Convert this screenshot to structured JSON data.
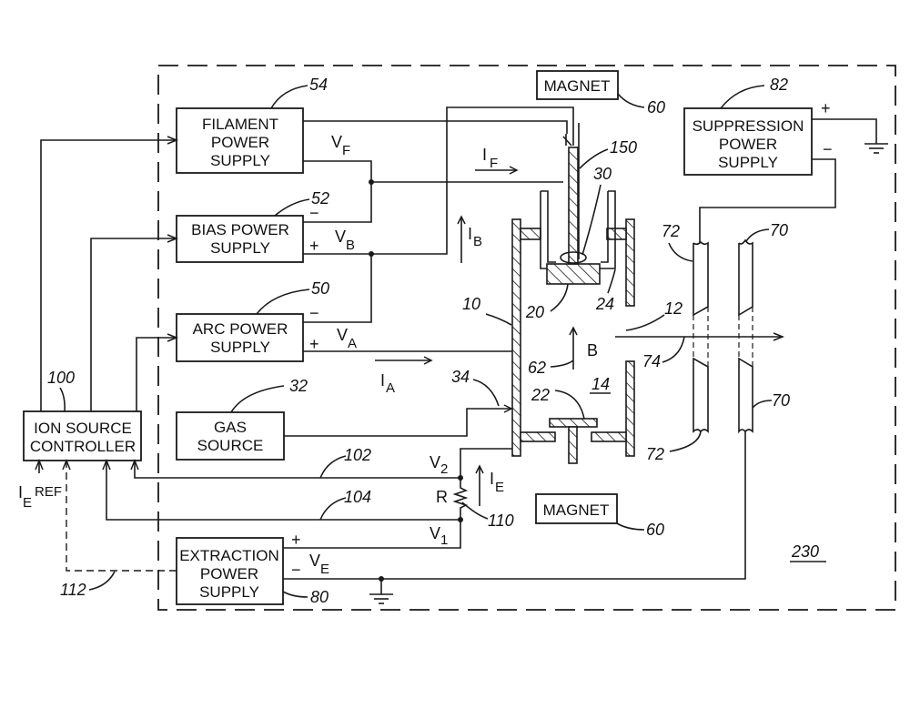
{
  "title": "Ion source control system schematic",
  "enclosure": {
    "ref": "230"
  },
  "blocks": {
    "filament": {
      "line1": "FILAMENT",
      "line2": "POWER",
      "line3": "SUPPLY",
      "ref": "54"
    },
    "bias": {
      "line1": "BIAS POWER",
      "line2": "SUPPLY",
      "ref": "52"
    },
    "arc": {
      "line1": "ARC POWER",
      "line2": "SUPPLY",
      "ref": "50"
    },
    "gas": {
      "line1": "GAS",
      "line2": "SOURCE",
      "ref": "32"
    },
    "controller": {
      "line1": "ION SOURCE",
      "line2": "CONTROLLER",
      "ref": "100"
    },
    "extraction": {
      "line1": "EXTRACTION",
      "line2": "POWER",
      "line3": "SUPPLY",
      "ref": "80"
    },
    "suppression": {
      "line1": "SUPPRESSION",
      "line2": "POWER",
      "line3": "SUPPLY",
      "ref": "82"
    },
    "magnet_top": {
      "label": "MAGNET",
      "ref": "60"
    },
    "magnet_bottom": {
      "label": "MAGNET",
      "ref": "60"
    }
  },
  "voltages": {
    "vf": {
      "main": "V",
      "sub": "F"
    },
    "vb": {
      "main": "V",
      "sub": "B"
    },
    "va": {
      "main": "V",
      "sub": "A"
    },
    "ve": {
      "main": "V",
      "sub": "E"
    },
    "v1": {
      "main": "V",
      "sub": "1"
    },
    "v2": {
      "main": "V",
      "sub": "2"
    }
  },
  "currents": {
    "if": {
      "main": "I",
      "sub": "F"
    },
    "ib": {
      "main": "I",
      "sub": "B"
    },
    "ia": {
      "main": "I",
      "sub": "A"
    },
    "ie": {
      "main": "I",
      "sub": "E"
    },
    "ieref": {
      "main": "I",
      "sub": "E",
      "sup": "REF"
    }
  },
  "polarity": {
    "plus": "+",
    "minus": "−"
  },
  "components": {
    "resistor": "R",
    "field": "B"
  },
  "refs": {
    "chamber": "10",
    "beam": "12",
    "plasma": "14",
    "cathode": "20",
    "repeller": "22",
    "insulator": "24",
    "filament": "30",
    "gas_inlet": "34",
    "field_arrow": "62",
    "ground_electrode": "70",
    "suppression_electrode": "72",
    "aperture": "74",
    "line_102": "102",
    "line_104": "104",
    "resistor": "110",
    "line_112": "112",
    "cathode_lead": "150"
  }
}
